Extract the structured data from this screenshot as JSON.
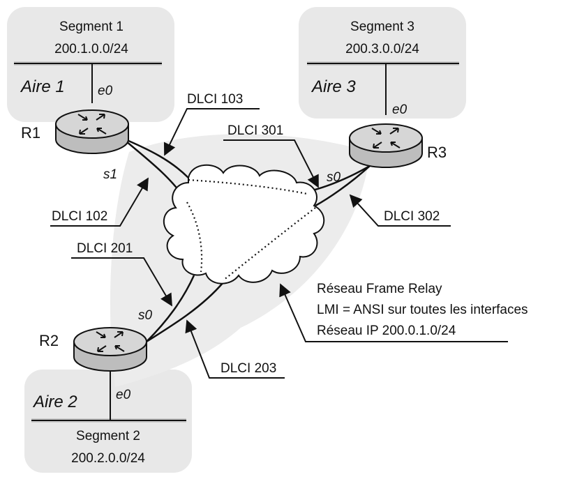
{
  "segments": [
    {
      "name": "Segment 1",
      "network": "200.1.0.0/24",
      "area": "Aire 1",
      "iface": "e0"
    },
    {
      "name": "Segment 3",
      "network": "200.3.0.0/24",
      "area": "Aire 3",
      "iface": "e0"
    },
    {
      "name": "Segment 2",
      "network": "200.2.0.0/24",
      "area": "Aire 2",
      "iface": "e0"
    }
  ],
  "routers": [
    {
      "name": "R1",
      "serial_iface": "s1"
    },
    {
      "name": "R2",
      "serial_iface": "s0"
    },
    {
      "name": "R3",
      "serial_iface": "s0"
    }
  ],
  "dlci": {
    "d103": "DLCI 103",
    "d102": "DLCI 102",
    "d301": "DLCI 301",
    "d302": "DLCI 302",
    "d201": "DLCI 201",
    "d203": "DLCI 203"
  },
  "network_info": {
    "line1": "Réseau Frame Relay",
    "line2": "LMI = ANSI sur toutes les interfaces",
    "line3": "Réseau IP 200.0.1.0/24"
  },
  "colors": {
    "area_fill": "#e8e8e8",
    "router_top": "#d6d6d6",
    "router_side": "#bdbdbd",
    "bus_fill": "#c8c8c8"
  }
}
